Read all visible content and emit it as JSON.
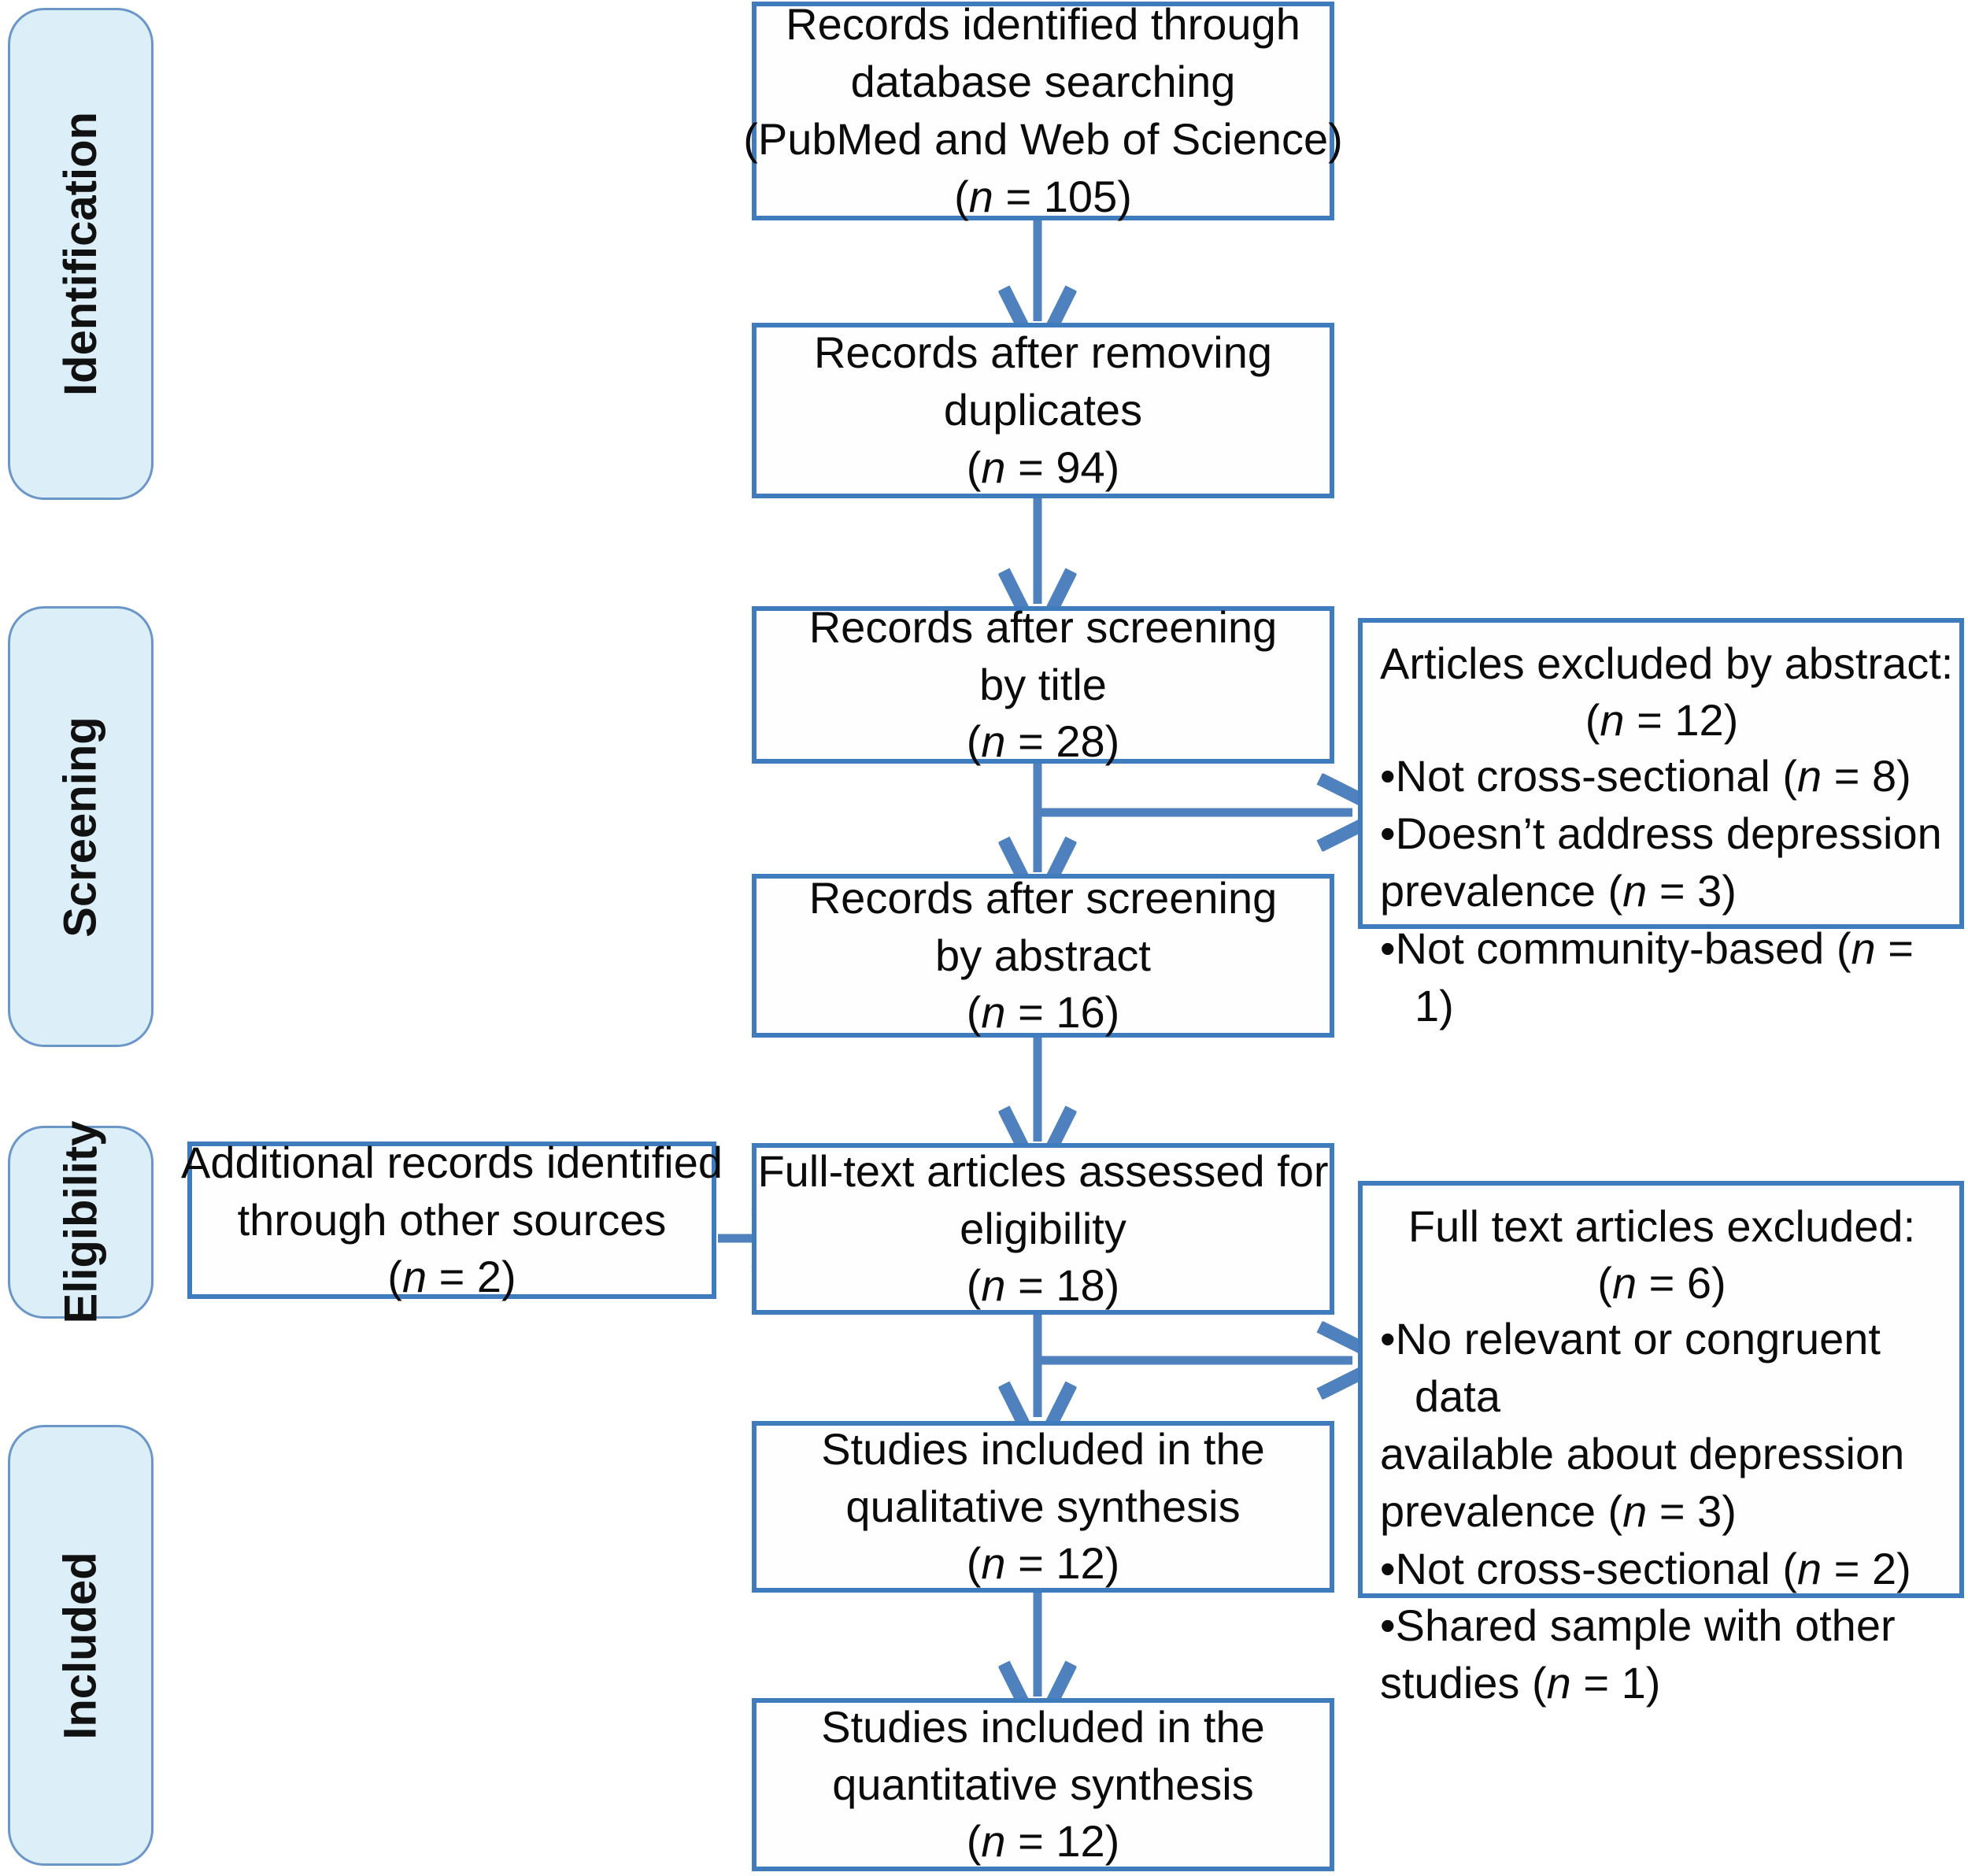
{
  "diagram": {
    "type": "PRISMA flow diagram",
    "accent_border_color": "#3F7CBE",
    "stage_fill_color": "#DCEEF8",
    "stage_border_color": "#6A96C8",
    "connector_color": "#4E81BD",
    "text_color": "#0B0B0B"
  },
  "stages": [
    {
      "id": "identification",
      "label": "Identification"
    },
    {
      "id": "screening",
      "label": "Screening"
    },
    {
      "id": "eligibility",
      "label": "Eligibility"
    },
    {
      "id": "included",
      "label": "Included"
    }
  ],
  "boxes": {
    "identified": {
      "line1": "Records identified through",
      "line2": "database searching",
      "line3": "(PubMed and Web of Science)",
      "n_prefix": "(",
      "n_italic": "n",
      "n_value": " = 105)"
    },
    "after_duplicates": {
      "line1": "Records after removing",
      "line2": "duplicates",
      "n_prefix": "(",
      "n_italic": "n",
      "n_value": " = 94)"
    },
    "screen_title": {
      "line1": "Records after screening",
      "line2": "by title",
      "n_prefix": "(",
      "n_italic": "n",
      "n_value": " = 28)"
    },
    "screen_abstract": {
      "line1": "Records after screening",
      "line2": "by abstract",
      "n_prefix": "(",
      "n_italic": "n",
      "n_value": " = 16)"
    },
    "additional_records": {
      "line1": "Additional records identified",
      "line2": "through other sources",
      "n_prefix": "(",
      "n_italic": "n",
      "n_value": " = 2)"
    },
    "fulltext_assessed": {
      "line1": "Full-text articles assessed for",
      "line2": "eligibility",
      "n_prefix": "(",
      "n_italic": "n",
      "n_value": " = 18)"
    },
    "qualitative": {
      "line1": "Studies included in the",
      "line2": "qualitative synthesis",
      "n_prefix": "(",
      "n_italic": "n",
      "n_value": " = 12)"
    },
    "quantitative": {
      "line1": "Studies included in the",
      "line2": "quantitative synthesis",
      "n_prefix": "(",
      "n_italic": "n",
      "n_value": " = 12)"
    },
    "excluded_abstract": {
      "title": "Articles excluded by abstract:",
      "total_prefix": "(",
      "total_italic": "n",
      "total_value": " = 12)",
      "items": [
        {
          "bullet": "•",
          "text_a": "Not cross-sectional (",
          "italic": "n",
          "text_b": " = 8)"
        },
        {
          "bullet": "•",
          "text_a": "Doesn’t address depression",
          "italic": "",
          "text_b": ""
        },
        {
          "bullet": "",
          "text_a": "prevalence (",
          "italic": "n",
          "text_b": " = 3)"
        },
        {
          "bullet": "•",
          "text_a": "Not community-based (",
          "italic": "n",
          "text_b": " = 1)"
        }
      ]
    },
    "excluded_fulltext": {
      "title": "Full text articles excluded:",
      "total_prefix": "(",
      "total_italic": "n",
      "total_value": " = 6)",
      "items": [
        {
          "bullet": "•",
          "text_a": "No relevant or congruent data",
          "italic": "",
          "text_b": ""
        },
        {
          "bullet": "",
          "text_a": "available about depression",
          "italic": "",
          "text_b": ""
        },
        {
          "bullet": "",
          "text_a": "prevalence (",
          "italic": "n",
          "text_b": " = 3)"
        },
        {
          "bullet": "•",
          "text_a": "Not cross-sectional (",
          "italic": "n",
          "text_b": " = 2)"
        },
        {
          "bullet": "•",
          "text_a": "Shared sample with other",
          "italic": "",
          "text_b": ""
        },
        {
          "bullet": "",
          "text_a": "studies (",
          "italic": "n",
          "text_b": " = 1)"
        }
      ]
    }
  },
  "flow_counts": {
    "records_identified": 105,
    "records_after_duplicates": 94,
    "records_after_title_screening": 28,
    "articles_excluded_by_abstract": 12,
    "records_after_abstract_screening": 16,
    "additional_records_other_sources": 2,
    "fulltext_assessed": 18,
    "fulltext_excluded": 6,
    "included_qualitative": 12,
    "included_quantitative": 12
  }
}
